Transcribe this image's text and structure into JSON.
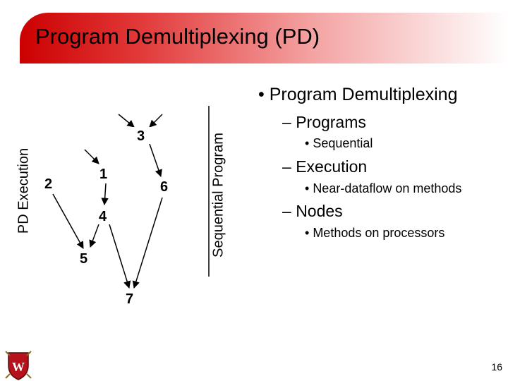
{
  "slide": {
    "title": "Program Demultiplexing (PD)",
    "page_number": "16",
    "accent_color": "#cc0000"
  },
  "bullets": {
    "main": "Program Demultiplexing",
    "programs": "Programs",
    "sequential": "Sequential",
    "execution": "Execution",
    "near_dataflow": "Near-dataflow on methods",
    "nodes": "Nodes",
    "methods_on_processors": "Methods on processors"
  },
  "diagram": {
    "left_axis_label": "PD Execution",
    "right_axis_label": "Sequential Program",
    "nodes": [
      "1",
      "2",
      "3",
      "4",
      "5",
      "6",
      "7"
    ]
  },
  "logo": {
    "name": "university-crest-icon",
    "letter": "W"
  }
}
